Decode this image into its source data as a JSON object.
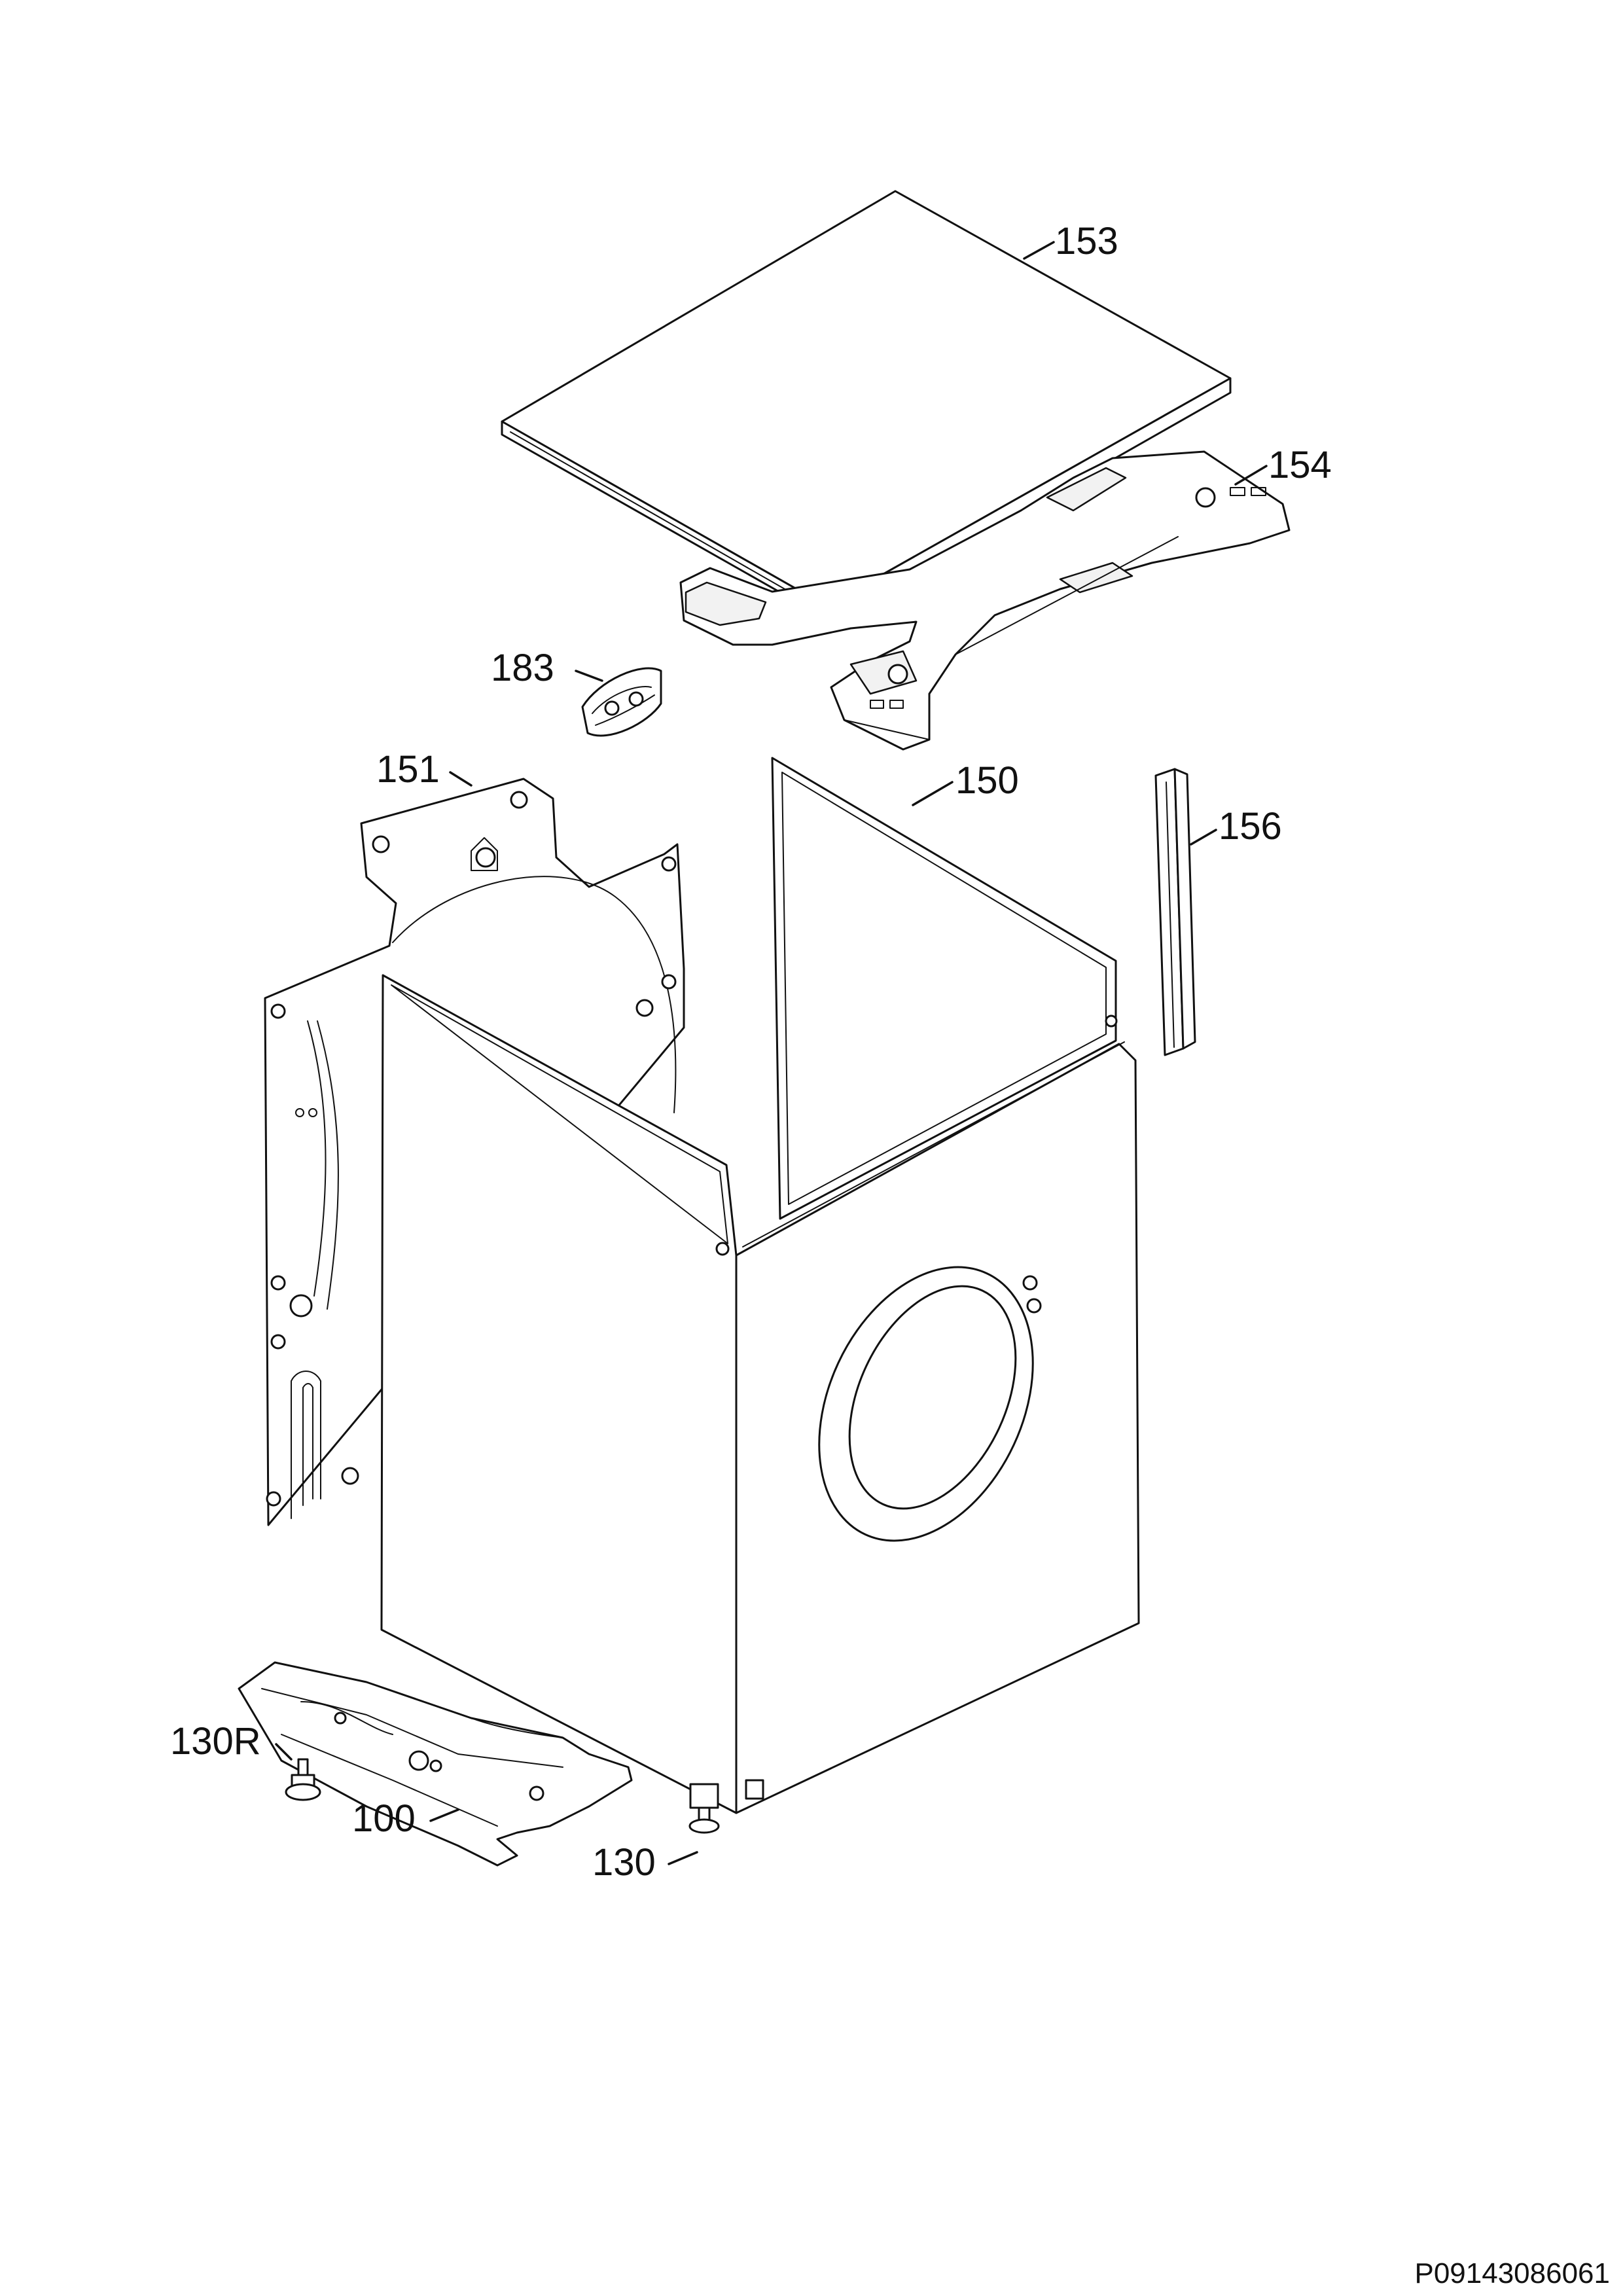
{
  "labels": {
    "p153": "153",
    "p154": "154",
    "p183": "183",
    "p151": "151",
    "p150": "150",
    "p156": "156",
    "p130r": "130R",
    "p100": "100",
    "p130": "130"
  },
  "document_ref": "P09143086061"
}
